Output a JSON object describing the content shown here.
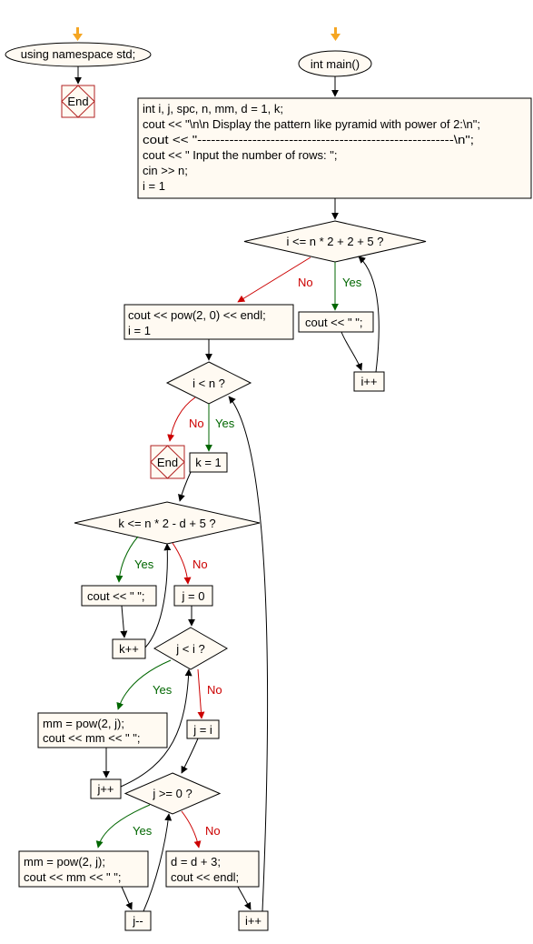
{
  "terminals": {
    "namespace": "using namespace std;",
    "main": "int main()"
  },
  "end_labels": {
    "namespace_end": "End",
    "loop_end": "End"
  },
  "init_block": [
    "int i, j, spc, n, mm, d = 1, k;",
    "cout << \"\\n\\n Display the pattern like pyramid with power of 2:\\n\";",
    "cout << \"--------------------------------------------------------\\n\";",
    "cout << \" Input the number of rows: \";",
    "cin >> n;",
    "i = 1"
  ],
  "decisions": {
    "d1": "i <= n * 2 + 2 + 5 ?",
    "d2": "i < n ?",
    "d3": "k <= n * 2 - d + 5 ?",
    "d4": "j < i ?",
    "d5": "j >= 0 ?"
  },
  "processes": {
    "pow_block": [
      "cout << pow(2, 0) << endl;",
      "i = 1"
    ],
    "cout_space_1": "cout << \" \";",
    "i_inc_1": "i++",
    "k_init": "k = 1",
    "cout_space_2": "cout << \" \";",
    "k_inc": "k++",
    "j_zero": "j = 0",
    "mm_block_1": [
      "mm = pow(2, j);",
      "cout << mm << \"  \";"
    ],
    "j_inc": "j++",
    "j_eq_i": "j = i",
    "mm_block_2": [
      "mm = pow(2, j);",
      "cout << mm << \"  \";"
    ],
    "j_dec": "j--",
    "d_block": [
      "d = d + 3;",
      "cout << endl;"
    ],
    "i_inc_2": "i++"
  },
  "branch_labels": {
    "yes": "Yes",
    "no": "No"
  },
  "colors": {
    "yes": "#006600",
    "no": "#cc0000",
    "start_marker": "#f5a623",
    "end_border": "#b22222",
    "box_fill": "#fffaf2"
  }
}
